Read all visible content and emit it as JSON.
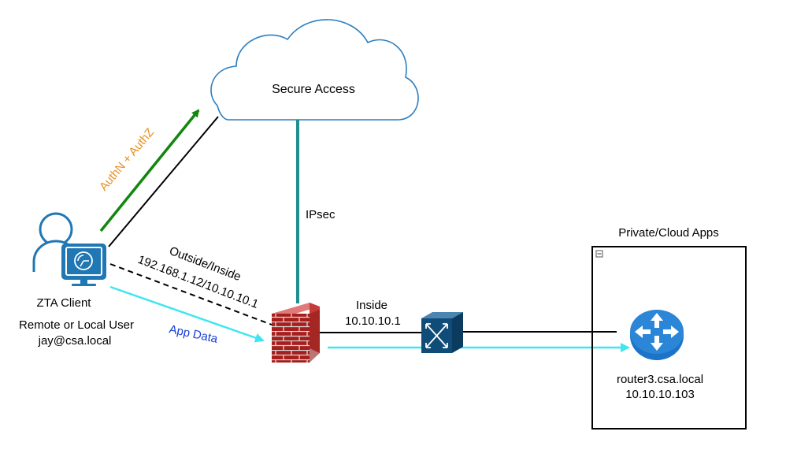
{
  "cloud": {
    "label": "Secure Access"
  },
  "links": {
    "authn_label": "AuthN + AuthZ",
    "ipsec_label": "IPsec",
    "outside_inside_label": "Outside/Inside",
    "outside_inside_ips": "192.168.1.12/10.10.10.1",
    "app_data_label": "App Data",
    "inside_label": "Inside",
    "inside_ip": "10.10.10.1"
  },
  "client": {
    "name": "ZTA Client",
    "role": "Remote or Local User",
    "user": "jay@csa.local"
  },
  "apps_box": {
    "title": "Private/Cloud Apps",
    "router_name": "router3.csa.local",
    "router_ip": "10.10.10.103"
  },
  "colors": {
    "authn_arrow": "#12860e",
    "authn_text": "#e8901e",
    "ipsec_line": "#1f8f8f",
    "app_data_arrow": "#3fe6f0",
    "app_data_text": "#1a3fd6",
    "icon_blue": "#1f77b4",
    "switch_fill": "#0f4d78",
    "router_fill": "#1c73c8",
    "firewall_red": "#b3221f"
  },
  "icons": [
    "user-icon",
    "monitor-icon",
    "firewall-icon",
    "switch-icon",
    "router-icon",
    "cloud-icon"
  ]
}
